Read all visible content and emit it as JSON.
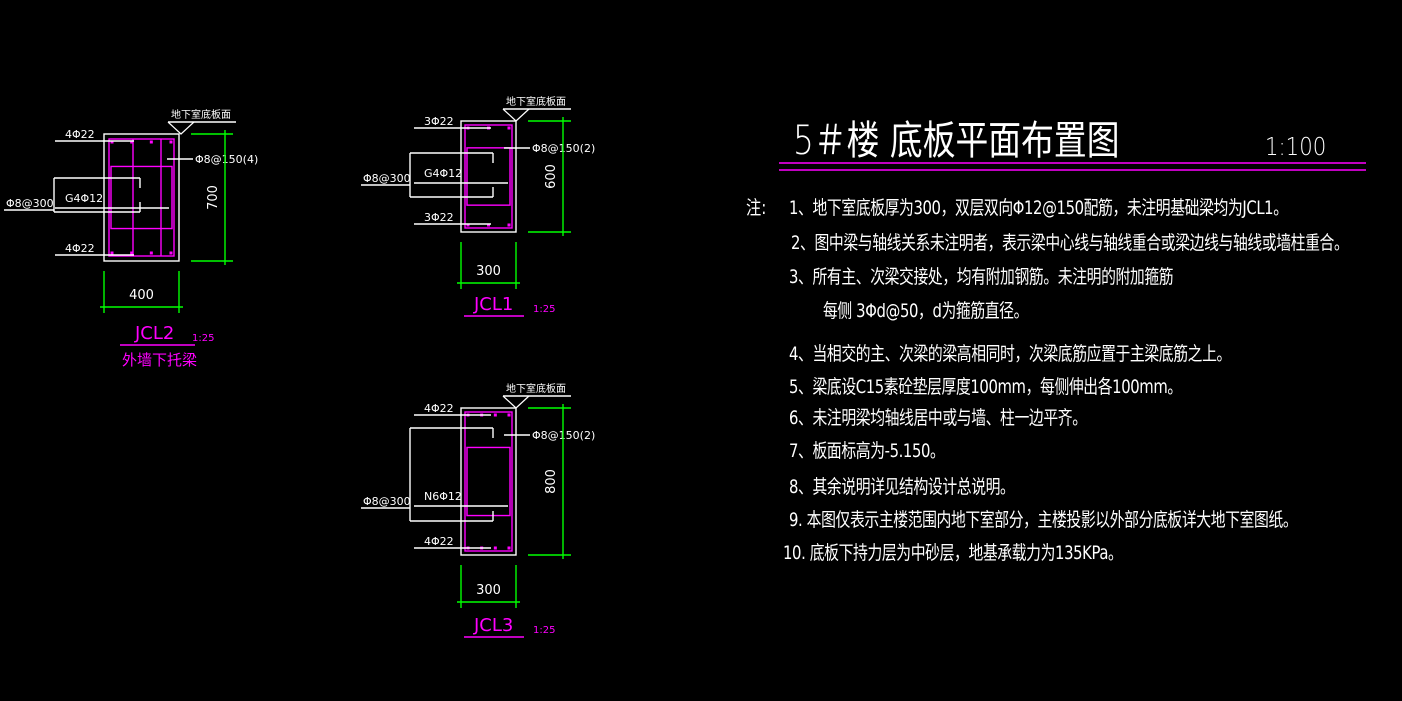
{
  "colors": {
    "background": "#000000",
    "outline": "#ffffff",
    "rebar": "#ff00ff",
    "dimension": "#00ff00",
    "label": "#ff00ff"
  },
  "drawing": {
    "title": "5＃楼 底板平面布置图",
    "scale": "1:100"
  },
  "sections": [
    {
      "id": "jcl2",
      "name": "JCL2",
      "scale": "1:25",
      "subtitle": "外墙下托梁",
      "top_marker": "地下室底板面",
      "top_bars": "4Φ22",
      "bottom_bars": "4Φ22",
      "side_bars": "G4Φ12",
      "tie_bars": "Φ8@300",
      "stirrups": "Φ8@150(4)",
      "width": "400",
      "height": "700"
    },
    {
      "id": "jcl1",
      "name": "JCL1",
      "scale": "1:25",
      "top_marker": "地下室底板面",
      "top_bars": "3Φ22",
      "bottom_bars": "3Φ22",
      "side_bars": "G4Φ12",
      "tie_bars": "Φ8@300",
      "stirrups": "Φ8@150(2)",
      "width": "300",
      "height": "600"
    },
    {
      "id": "jcl3",
      "name": "JCL3",
      "scale": "1:25",
      "top_marker": "地下室底板面",
      "top_bars": "4Φ22",
      "bottom_bars": "4Φ22",
      "side_bars": "N6Φ12",
      "tie_bars": "Φ8@300",
      "stirrups": "Φ8@150(2)",
      "width": "300",
      "height": "800"
    }
  ],
  "notes": {
    "prefix": "注:",
    "items": [
      "1、地下室底板厚为300，双层双向Φ12@150配筋，未注明基础梁均为JCL1。",
      "2、图中梁与轴线关系未注明者，表示梁中心线与轴线重合或梁边线与轴线或墙柱重合。",
      "3、所有主、次梁交接处，均有附加钢筋。未注明的附加箍筋",
      "每侧 3Φd@50，d为箍筋直径。",
      "4、当相交的主、次梁的梁高相同时，次梁底筋应置于主梁底筋之上。",
      "5、梁底设C15素砼垫层厚度100mm，每侧伸出各100mm。",
      "6、未注明梁均轴线居中或与墙、柱一边平齐。",
      "7、板面标高为-5.150。",
      "8、其余说明详见结构设计总说明。",
      "9. 本图仅表示主楼范围内地下室部分，主楼投影以外部分底板详大地下室图纸。",
      "10. 底板下持力层为中砂层，地基承载力为135KPa。"
    ]
  }
}
